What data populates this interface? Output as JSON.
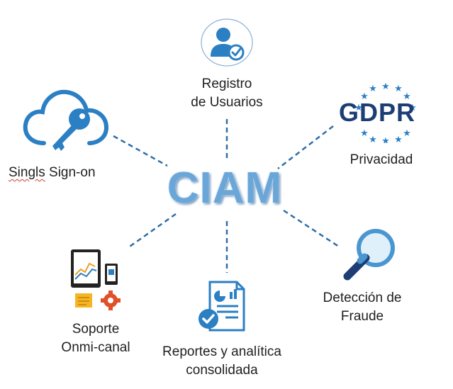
{
  "center": {
    "title": "CIAM"
  },
  "nodes": {
    "registro": {
      "line1": "Registro",
      "line2": "de Usuarios",
      "icon": "user-check-icon"
    },
    "gdpr": {
      "logo_text": "GDPR",
      "label": "Privacidad",
      "icon": "gdpr-stars-logo"
    },
    "sso": {
      "label_a": "Singls",
      "label_b": " Sign-on",
      "icon": "cloud-key-icon"
    },
    "fraude": {
      "line1": "Detección de",
      "line2": "Fraude",
      "icon": "magnifier-icon"
    },
    "reportes": {
      "line1": "Reportes y analítica",
      "line2": "consolidada",
      "icon": "report-check-icon"
    },
    "soporte": {
      "line1": "Soporte",
      "line2": "Onmi-canal",
      "icon": "devices-icon"
    }
  },
  "colors": {
    "accent": "#2b7fc3",
    "dark_blue": "#1c3e74",
    "center": "#6aa6d8",
    "link": "#2f6ea8"
  }
}
